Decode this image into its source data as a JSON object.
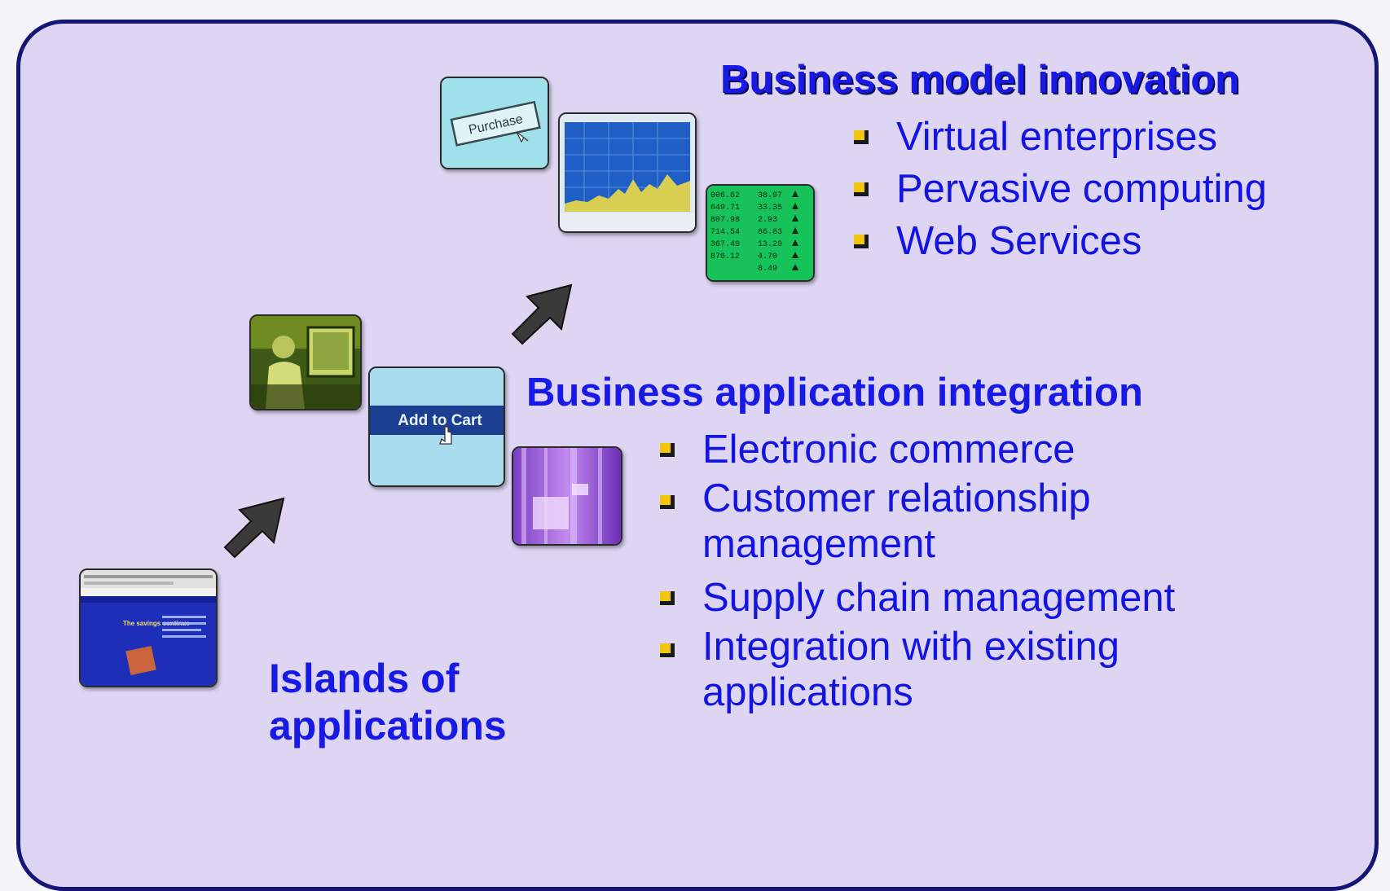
{
  "stages": {
    "top": {
      "title": "Business model innovation",
      "items": [
        "Virtual enterprises",
        "Pervasive computing",
        "Web Services"
      ]
    },
    "middle": {
      "title": "Business application integration",
      "items": [
        "Electronic commerce",
        "Customer relationship management",
        "Supply chain management",
        "Integration with existing applications"
      ]
    },
    "bottom": {
      "title_line1": "Islands of",
      "title_line2": "applications"
    }
  },
  "thumbnails": {
    "purchase_label": "Purchase",
    "add_to_cart_label": "Add to Cart",
    "website_heading": "The savings continue",
    "ticker_rows": [
      [
        "006.62",
        "38.97"
      ],
      [
        "649.71",
        "33.35"
      ],
      [
        "807.98",
        "2.93"
      ],
      [
        "714.54",
        "86.83"
      ],
      [
        "367.49",
        "13.29"
      ],
      [
        "876.12",
        "4.70"
      ],
      [
        "",
        "8.49"
      ]
    ]
  },
  "colors": {
    "frame_border": "#151575",
    "panel_background": "#ddd5f2",
    "text_blue": "#1919e6",
    "bullet": "#f2c40c"
  },
  "icons": [
    "arrow-up-right-icon",
    "bullet-square-icon"
  ]
}
